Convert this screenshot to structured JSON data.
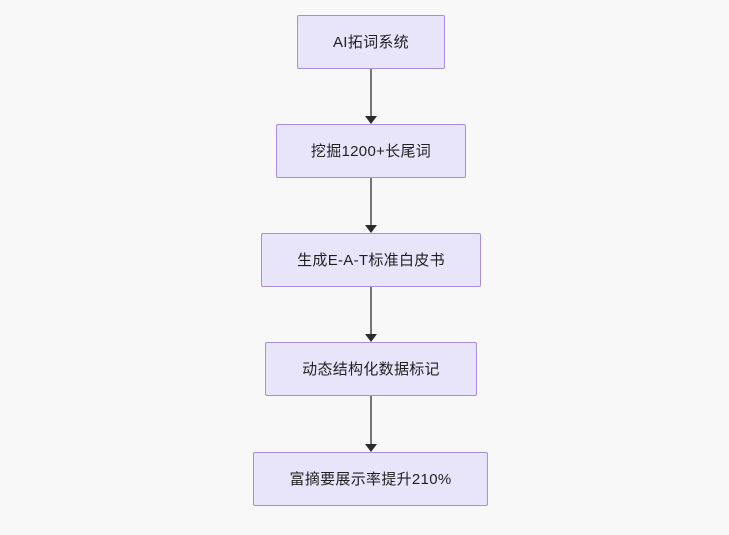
{
  "diagram": {
    "type": "flowchart",
    "direction": "top-to-bottom",
    "background_color": "#f8f8f8",
    "node_fill_color": "#e8e5fb",
    "node_border_color": "#a88ed8",
    "node_text_color": "#1f2020",
    "connector_color": "#757575",
    "arrowhead_color": "#2b2b2b",
    "nodes": [
      {
        "id": "node-1",
        "label": "AI拓词系统"
      },
      {
        "id": "node-2",
        "label": "挖掘1200+长尾词"
      },
      {
        "id": "node-3",
        "label": "生成E-A-T标准白皮书"
      },
      {
        "id": "node-4",
        "label": "动态结构化数据标记"
      },
      {
        "id": "node-5",
        "label": "富摘要展示率提升210%"
      }
    ],
    "edges": [
      {
        "id": "edge-1",
        "from": "node-1",
        "to": "node-2"
      },
      {
        "id": "edge-2",
        "from": "node-2",
        "to": "node-3"
      },
      {
        "id": "edge-3",
        "from": "node-3",
        "to": "node-4"
      },
      {
        "id": "edge-4",
        "from": "node-4",
        "to": "node-5"
      }
    ]
  }
}
